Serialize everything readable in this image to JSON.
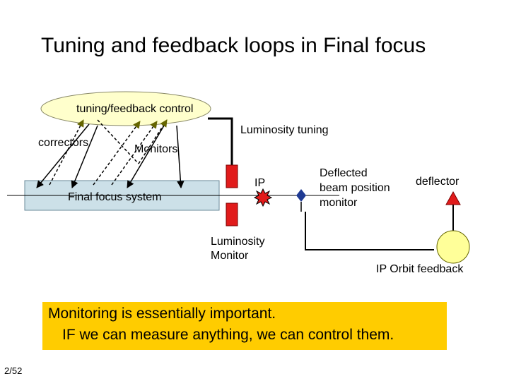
{
  "title": "Tuning and feedback loops in Final focus",
  "diagram": {
    "control_ellipse_label": "tuning/feedback control",
    "correctors_label": "correctors",
    "monitors_label": "Monitors",
    "final_focus_label": "Final focus system",
    "luminosity_tuning_label": "Luminosity tuning",
    "ip_label": "IP",
    "deflected_monitor_label_1": "Deflected",
    "deflected_monitor_label_2": "beam position",
    "deflected_monitor_label_3": "monitor",
    "deflector_label": "deflector",
    "luminosity_monitor_label_1": "Luminosity",
    "luminosity_monitor_label_2": "Monitor",
    "ip_orbit_feedback_label": "IP Orbit feedback"
  },
  "callout": {
    "line1": "Monitoring is essentially important.",
    "line2": "IF we can measure anything, we can control them."
  },
  "page_number": "2/52",
  "colors": {
    "control_ellipse_fill": "#ffffcc",
    "final_focus_fill": "#cce0e8",
    "magnet_red": "#e11b1b",
    "callout_fill": "#ffcc00",
    "deflector_fill": "#e11b1b",
    "feedback_circle_fill": "#ffff99",
    "monitor_arrow_blue": "#1f3a93"
  }
}
